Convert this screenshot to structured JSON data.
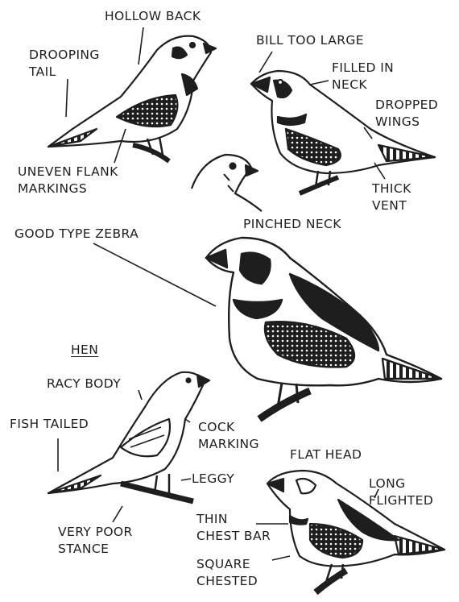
{
  "labels": {
    "hollow_back": "HOLLOW BACK",
    "drooping_tail": "DROOPING\nTAIL",
    "uneven_flank_markings": "UNEVEN FLANK\nMARKINGS",
    "bill_too_large": "BILL TOO LARGE",
    "filled_in_neck": "FILLED IN\nNECK",
    "dropped_wings": "DROPPED\nWINGS",
    "thick_vent": "THICK\nVENT",
    "pinched_neck": "PINCHED NECK",
    "good_type_zebra": "GOOD TYPE ZEBRA",
    "hen": "HEN",
    "racy_body": "RACY BODY",
    "fish_tailed": "FISH TAILED",
    "cock_marking": "COCK\nMARKING",
    "leggy": "LEGGY",
    "very_poor_stance": "VERY POOR\nSTANCE",
    "flat_head": "FLAT HEAD",
    "long_flighted": "LONG\nFLIGHTED",
    "thin_chest_bar": "THIN\nCHEST BAR",
    "square_chested": "SQUARE\nCHESTED"
  },
  "colors": {
    "ink": "#1e1e1e",
    "paper": "#ffffff"
  }
}
